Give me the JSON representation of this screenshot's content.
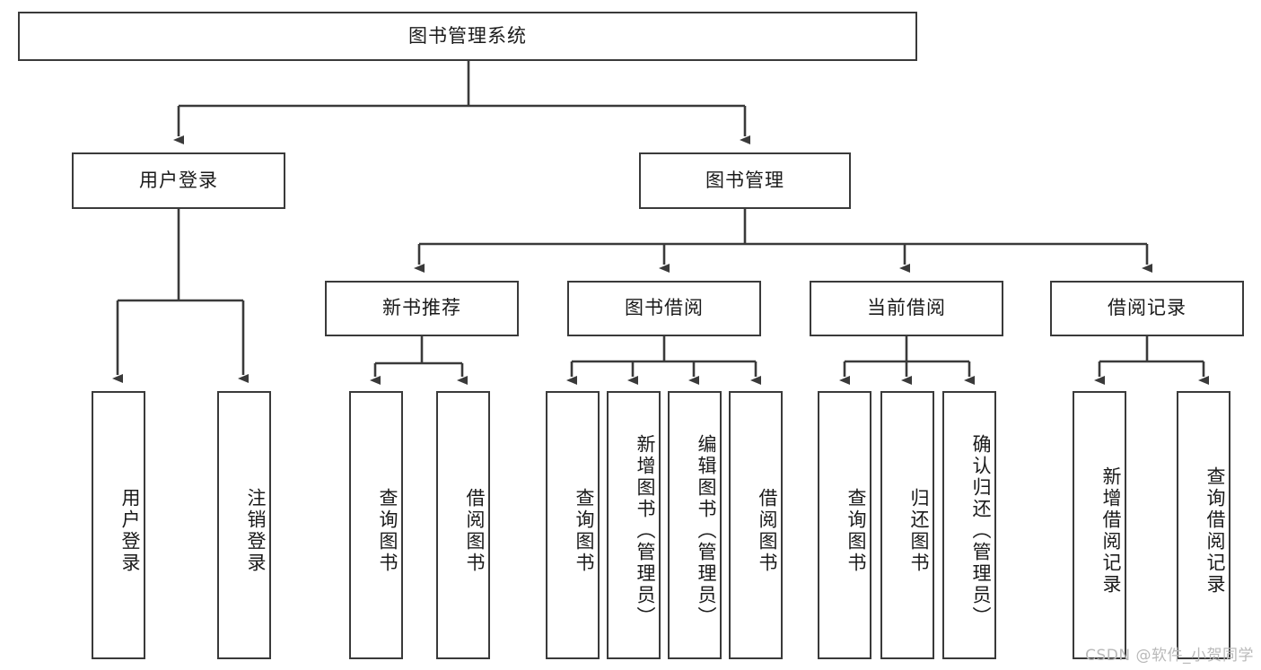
{
  "diagram": {
    "type": "tree",
    "title": "图书管理系统",
    "root": {
      "id": "root",
      "label": "图书管理系统"
    },
    "level2": [
      {
        "id": "user-login",
        "label": "用户登录"
      },
      {
        "id": "book-manage",
        "label": "图书管理"
      }
    ],
    "level3": [
      {
        "id": "new-book-recommend",
        "label": "新书推荐",
        "parent": "book-manage"
      },
      {
        "id": "book-borrow",
        "label": "图书借阅",
        "parent": "book-manage"
      },
      {
        "id": "current-borrow",
        "label": "当前借阅",
        "parent": "book-manage"
      },
      {
        "id": "borrow-record",
        "label": "借阅记录",
        "parent": "book-manage"
      }
    ],
    "leaves": {
      "user-login": [
        {
          "id": "leaf-user-login",
          "label": "用户登录"
        },
        {
          "id": "leaf-user-logout",
          "label": "注销登录"
        }
      ],
      "new-book-recommend": [
        {
          "id": "leaf-query-book-1",
          "label": "查询图书"
        },
        {
          "id": "leaf-borrow-book-1",
          "label": "借阅图书"
        }
      ],
      "book-borrow": [
        {
          "id": "leaf-query-book-2",
          "label": "查询图书"
        },
        {
          "id": "leaf-add-book",
          "label": "新增图书（管理员）"
        },
        {
          "id": "leaf-edit-book",
          "label": "编辑图书（管理员）"
        },
        {
          "id": "leaf-borrow-book-2",
          "label": "借阅图书"
        }
      ],
      "current-borrow": [
        {
          "id": "leaf-query-book-3",
          "label": "查询图书"
        },
        {
          "id": "leaf-return-book",
          "label": "归还图书"
        },
        {
          "id": "leaf-confirm-return",
          "label": "确认归还（管理员）"
        }
      ],
      "borrow-record": [
        {
          "id": "leaf-add-record",
          "label": "新增借阅记录"
        },
        {
          "id": "leaf-query-record",
          "label": "查询借阅记录"
        }
      ]
    }
  },
  "watermark": {
    "text": "CSDN @软件_小贺同学"
  },
  "colors": {
    "stroke": "#3a3a3a",
    "background": "#ffffff",
    "text": "#1a1a1a",
    "watermark": "#b9b9b9"
  }
}
